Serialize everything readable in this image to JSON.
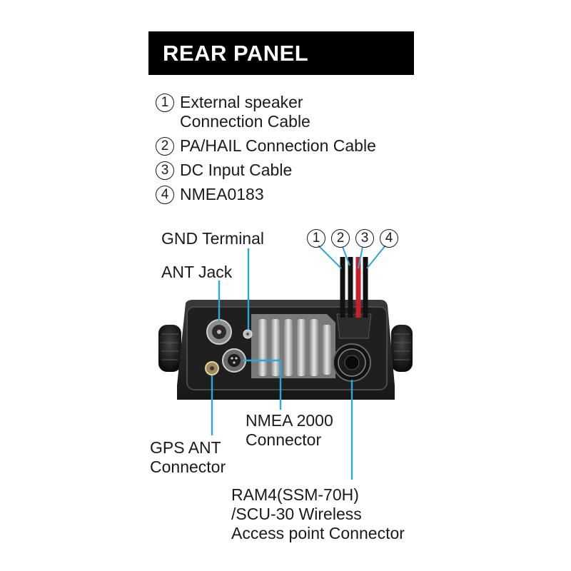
{
  "title": "REAR PANEL",
  "legend": [
    {
      "num": "1",
      "lines": [
        "External speaker",
        "Connection Cable"
      ]
    },
    {
      "num": "2",
      "lines": [
        "PA/HAIL  Connection Cable"
      ]
    },
    {
      "num": "3",
      "lines": [
        "DC Input Cable"
      ]
    },
    {
      "num": "4",
      "lines": [
        "NMEA0183"
      ]
    }
  ],
  "labels": {
    "gnd": "GND Terminal",
    "ant": "ANT Jack",
    "nmea2000": [
      "NMEA 2000",
      "Connector"
    ],
    "gps": [
      "GPS ANT",
      "Connector"
    ],
    "ram4": [
      "RAM4(SSM-70H)",
      "/SCU-30 Wireless",
      "Access point Connector"
    ]
  },
  "cable_numbers": [
    "1",
    "2",
    "3",
    "4"
  ],
  "colors": {
    "title_bg": "#000000",
    "title_text": "#ffffff",
    "leader_line": "#29a8dc",
    "cable_red": "#c8202a",
    "cable_black": "#111111"
  }
}
